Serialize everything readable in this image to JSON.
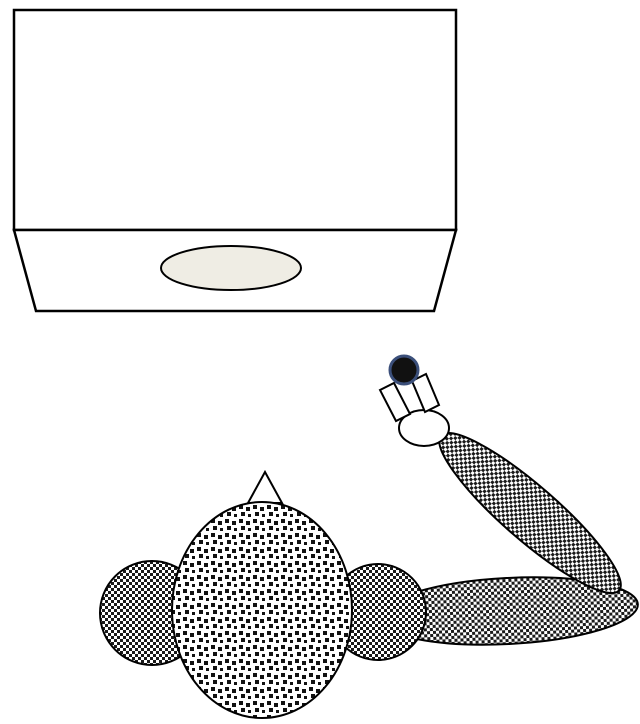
{
  "diagram": {
    "description_visible_text": "",
    "colors": {
      "background": "#ffffff",
      "stroke": "#000000",
      "box_fill": "#ffffff",
      "opening_fill": "#efede4",
      "pattern_dark": "#1a1a1a",
      "pattern_light": "#ffffff",
      "marker_fill": "#111111",
      "marker_stroke": "#3b4f7a"
    },
    "elements": [
      "box-top-panel",
      "box-front-panel",
      "box-opening",
      "head",
      "left-shoulder",
      "right-shoulder",
      "upper-arm",
      "forearm",
      "hand",
      "handheld-marker",
      "nose-pointer"
    ]
  }
}
